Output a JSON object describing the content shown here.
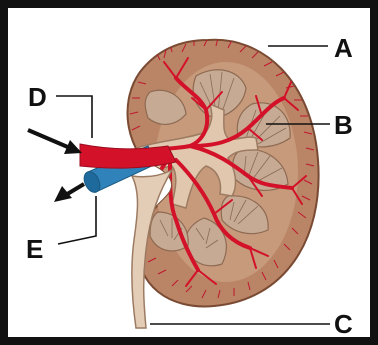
{
  "labels": {
    "a": "A",
    "b": "B",
    "c": "C",
    "d": "D",
    "e": "E"
  },
  "colors": {
    "border": "#111111",
    "capsule": "#bf7d5c",
    "cortex": "#b98566",
    "pyramid": "#c6aa93",
    "pelvis": "#e0c7ad",
    "vessel": "#d3122a",
    "vein": "#2f83ba",
    "ureter": "#e4cdb6",
    "line": "#111111"
  }
}
